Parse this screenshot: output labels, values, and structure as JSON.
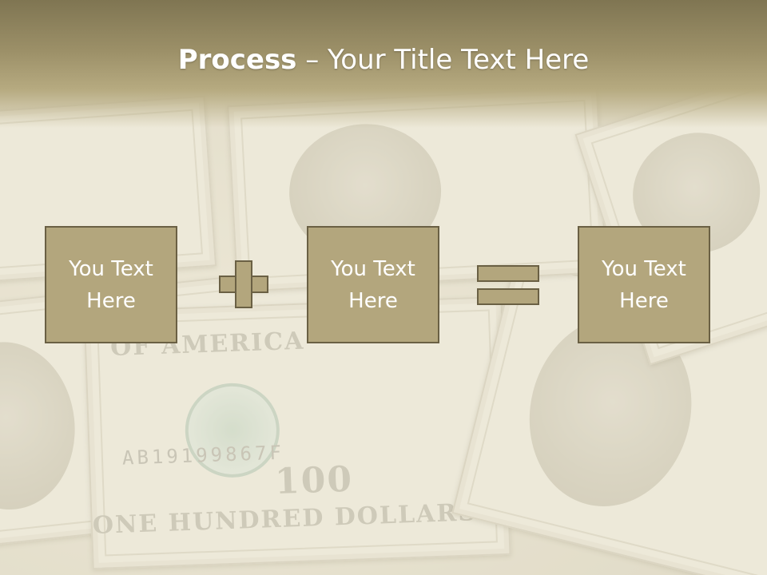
{
  "slide": {
    "title_strong": "Process",
    "title_rest": " – Your Title Text Here"
  },
  "process": {
    "box_1": "You Text Here",
    "operator_1": "plus",
    "box_2": "You Text Here",
    "operator_2": "equals",
    "box_3": "You Text Here"
  },
  "background": {
    "serial": "AB19199867F",
    "bill_lettering": [
      "OF AMERICA",
      "ONE HUNDRED DOLLARS",
      "100"
    ]
  },
  "colors": {
    "header": "#9c9068",
    "box_fill": "#b3a67d",
    "box_border": "#6a6044",
    "title_text": "#ffffff"
  }
}
